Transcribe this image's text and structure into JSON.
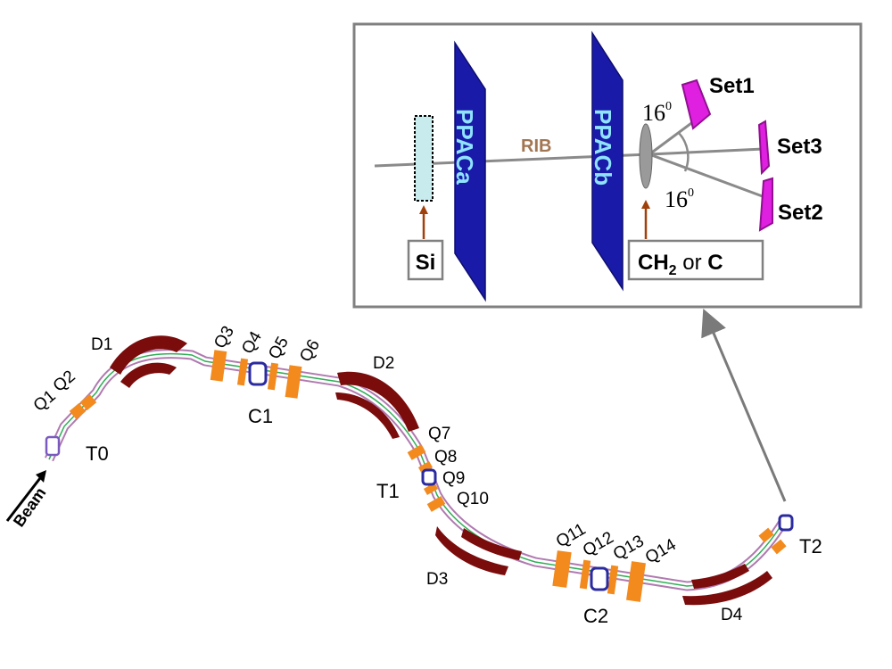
{
  "colors": {
    "dipole": "#7a0c0c",
    "quad": "#f28a1e",
    "chamber": "#2b2ba0",
    "beamline_outer": "#b07ab0",
    "beamline_inner": "#2fae56",
    "ppac": "#1a1aa8",
    "detector": "#e020e0",
    "arrow": "#7a7a7a",
    "si_fill": "#c8ecee",
    "target_arrow": "#a0400a",
    "rib_label": "#a27652",
    "ppac_label": "#8fe3ff"
  },
  "labels": {
    "beam": "Beam",
    "t0": "T0",
    "t1": "T1",
    "t2": "T2",
    "c1": "C1",
    "c2": "C2",
    "d1": "D1",
    "d2": "D2",
    "d3": "D3",
    "d4": "D4",
    "q1": "Q1",
    "q2": "Q2",
    "q3": "Q3",
    "q4": "Q4",
    "q5": "Q5",
    "q6": "Q6",
    "q7": "Q7",
    "q8": "Q8",
    "q9": "Q9",
    "q10": "Q10",
    "q11": "Q11",
    "q12": "Q12",
    "q13": "Q13",
    "q14": "Q14"
  },
  "inset": {
    "rib": "RIB",
    "ppaca": "PPACa",
    "ppacb": "PPACb",
    "si": "Si",
    "target_main": "CH",
    "target_sub": "2",
    "target_or": " or ",
    "target_c": "C",
    "set1": "Set1",
    "set2": "Set2",
    "set3": "Set3",
    "angle_upper_value": "16",
    "angle_upper_unit": "0",
    "angle_lower_value": "16",
    "angle_lower_unit": "0"
  }
}
